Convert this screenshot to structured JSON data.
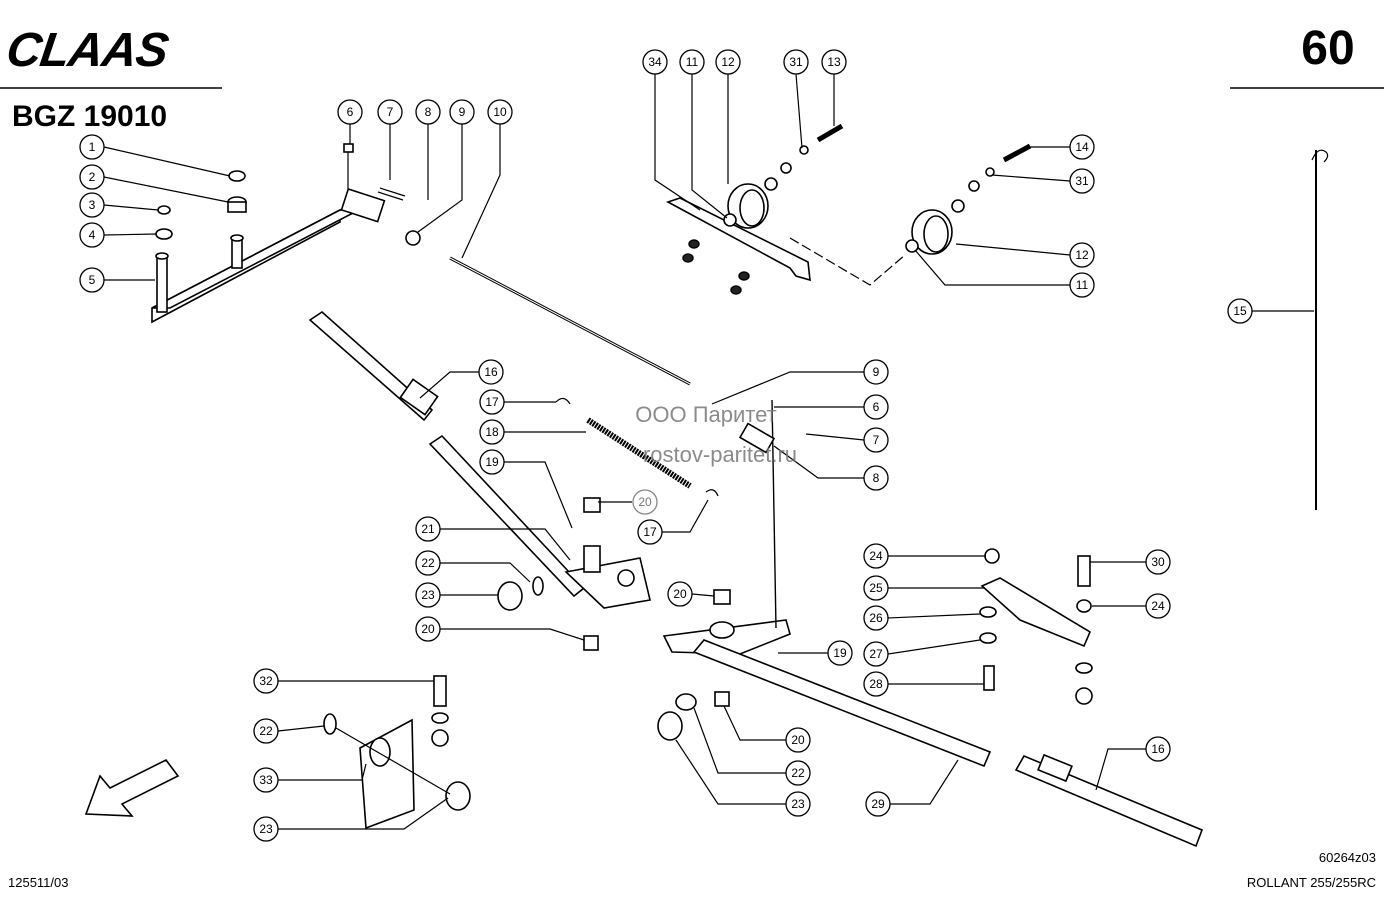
{
  "header": {
    "brand": "CLAAS",
    "page_number": "60",
    "group_code": "BGZ 19010"
  },
  "watermark": {
    "line1": "ООО Паритет",
    "line2": "rostov-paritet.ru"
  },
  "footer": {
    "left_code": "125511/03",
    "drawing_code": "60264z03",
    "model": "ROLLANT 255/255RC"
  },
  "callouts": [
    {
      "id": "c-1",
      "num": "1"
    },
    {
      "id": "c-2",
      "num": "2"
    },
    {
      "id": "c-3",
      "num": "3"
    },
    {
      "id": "c-4",
      "num": "4"
    },
    {
      "id": "c-5",
      "num": "5"
    },
    {
      "id": "c-6a",
      "num": "6"
    },
    {
      "id": "c-7a",
      "num": "7"
    },
    {
      "id": "c-8a",
      "num": "8"
    },
    {
      "id": "c-9a",
      "num": "9"
    },
    {
      "id": "c-10",
      "num": "10"
    },
    {
      "id": "c-34",
      "num": "34"
    },
    {
      "id": "c-11a",
      "num": "11"
    },
    {
      "id": "c-12a",
      "num": "12"
    },
    {
      "id": "c-31a",
      "num": "31"
    },
    {
      "id": "c-13",
      "num": "13"
    },
    {
      "id": "c-14",
      "num": "14"
    },
    {
      "id": "c-31b",
      "num": "31"
    },
    {
      "id": "c-12b",
      "num": "12"
    },
    {
      "id": "c-11b",
      "num": "11"
    },
    {
      "id": "c-15",
      "num": "15"
    },
    {
      "id": "c-16a",
      "num": "16"
    },
    {
      "id": "c-17a",
      "num": "17"
    },
    {
      "id": "c-18",
      "num": "18"
    },
    {
      "id": "c-19a",
      "num": "19"
    },
    {
      "id": "c-20a",
      "num": "20"
    },
    {
      "id": "c-17b",
      "num": "17"
    },
    {
      "id": "c-9b",
      "num": "9"
    },
    {
      "id": "c-6b",
      "num": "6"
    },
    {
      "id": "c-7b",
      "num": "7"
    },
    {
      "id": "c-8b",
      "num": "8"
    },
    {
      "id": "c-21",
      "num": "21"
    },
    {
      "id": "c-22a",
      "num": "22"
    },
    {
      "id": "c-23a",
      "num": "23"
    },
    {
      "id": "c-20b",
      "num": "20"
    },
    {
      "id": "c-20c",
      "num": "20"
    },
    {
      "id": "c-19b",
      "num": "19"
    },
    {
      "id": "c-24a",
      "num": "24"
    },
    {
      "id": "c-25",
      "num": "25"
    },
    {
      "id": "c-26",
      "num": "26"
    },
    {
      "id": "c-27",
      "num": "27"
    },
    {
      "id": "c-28",
      "num": "28"
    },
    {
      "id": "c-30",
      "num": "30"
    },
    {
      "id": "c-24b",
      "num": "24"
    },
    {
      "id": "c-32",
      "num": "32"
    },
    {
      "id": "c-22b",
      "num": "22"
    },
    {
      "id": "c-33",
      "num": "33"
    },
    {
      "id": "c-23b",
      "num": "23"
    },
    {
      "id": "c-20d",
      "num": "20"
    },
    {
      "id": "c-22c",
      "num": "22"
    },
    {
      "id": "c-23c",
      "num": "23"
    },
    {
      "id": "c-29",
      "num": "29"
    },
    {
      "id": "c-16b",
      "num": "16"
    }
  ]
}
